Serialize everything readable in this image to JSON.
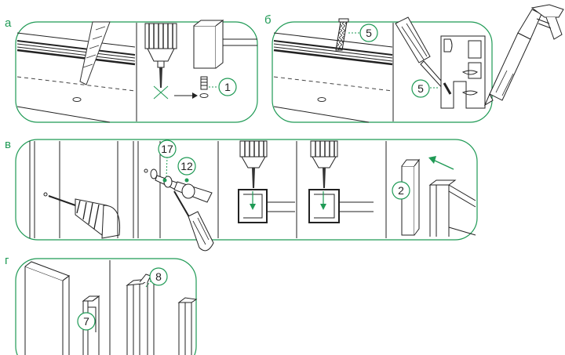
{
  "panels": {
    "a": {
      "label": "а",
      "callouts": [
        "1"
      ]
    },
    "b": {
      "label": "б",
      "callouts": [
        "5",
        "5"
      ]
    },
    "v": {
      "label": "в",
      "callouts": [
        "17",
        "12",
        "2"
      ]
    },
    "g": {
      "label": "г",
      "callouts": [
        "7",
        "8"
      ]
    }
  },
  "colors": {
    "accent": "#1f9a55",
    "line": "#222222",
    "dash": "#444444"
  }
}
